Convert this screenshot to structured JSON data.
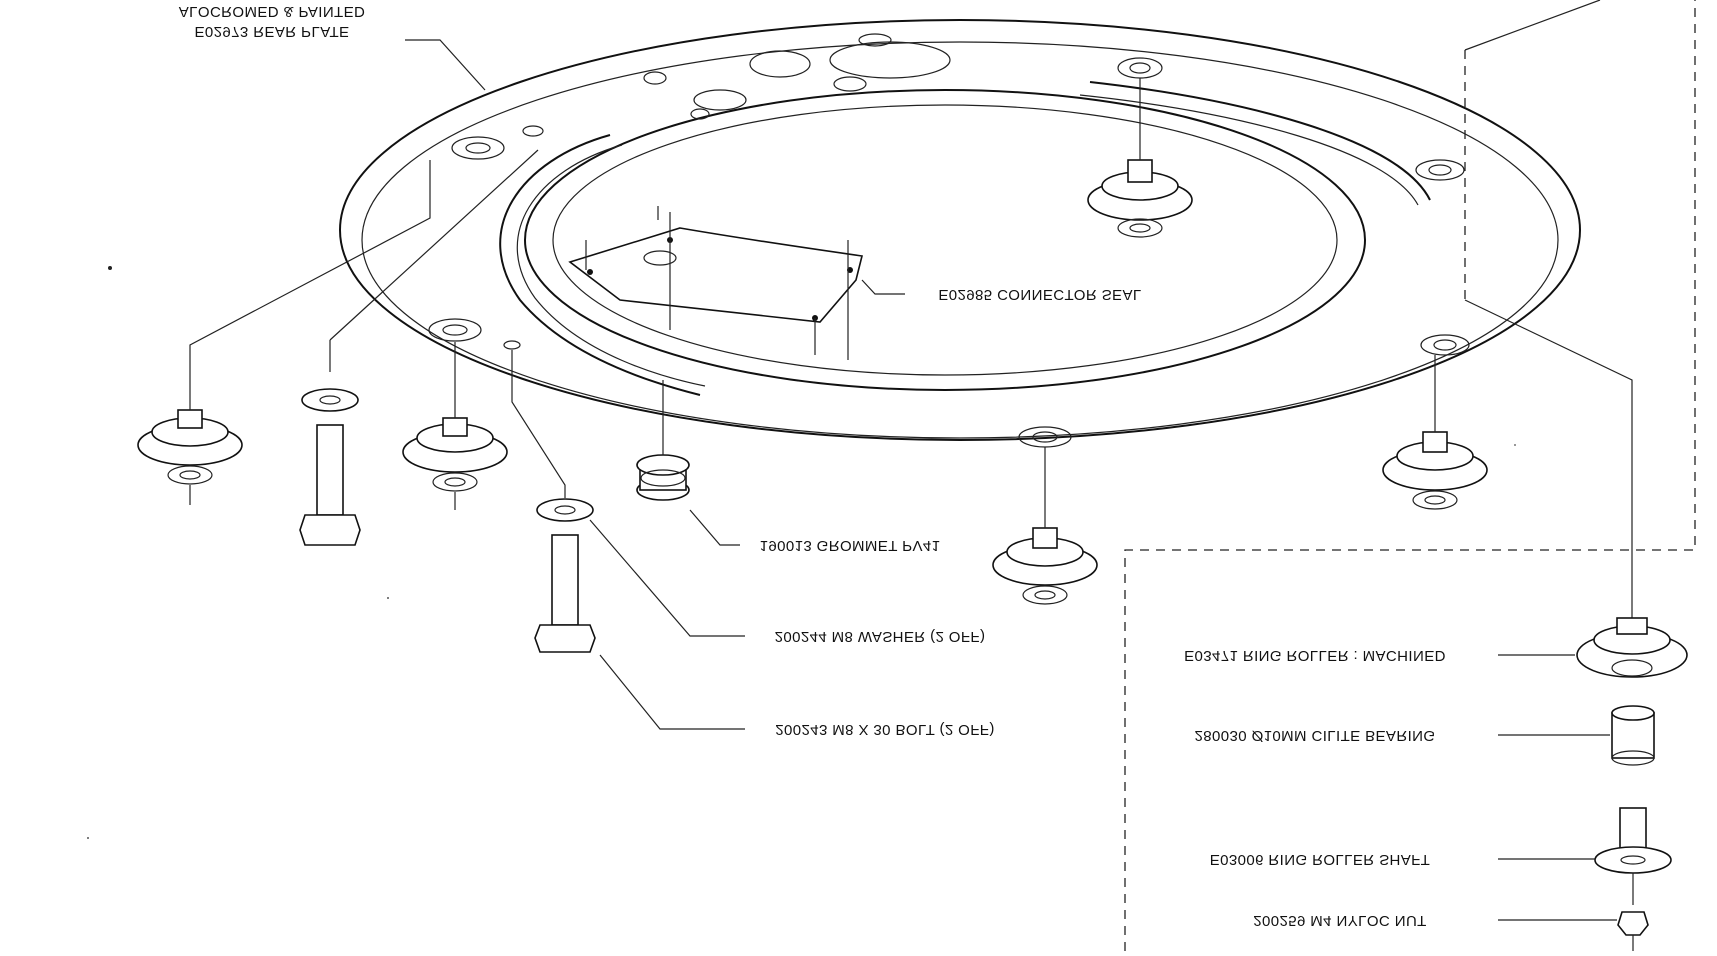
{
  "diagram": {
    "labels": {
      "rear_plate": "E02973 REAR PLATE",
      "rear_plate_finish": "ALOCROMED & PAINTED",
      "connector_seal": "E02985 CONNECTOR SEAL",
      "grommet": "190013 GROMMET PV41",
      "washer": "200244 M8 WASHER (2 OFF)",
      "bolt": "200243 M8 X 30 BOLT (2 OFF)",
      "ring_roller": "E03471 RING ROLLER : MACHINED",
      "bearing": "280030 Ø10MM CILITE BEARING",
      "roller_shaft": "E03006 RING ROLLER SHAFT",
      "nut": "200259 M4 NYLOC NUT"
    }
  }
}
